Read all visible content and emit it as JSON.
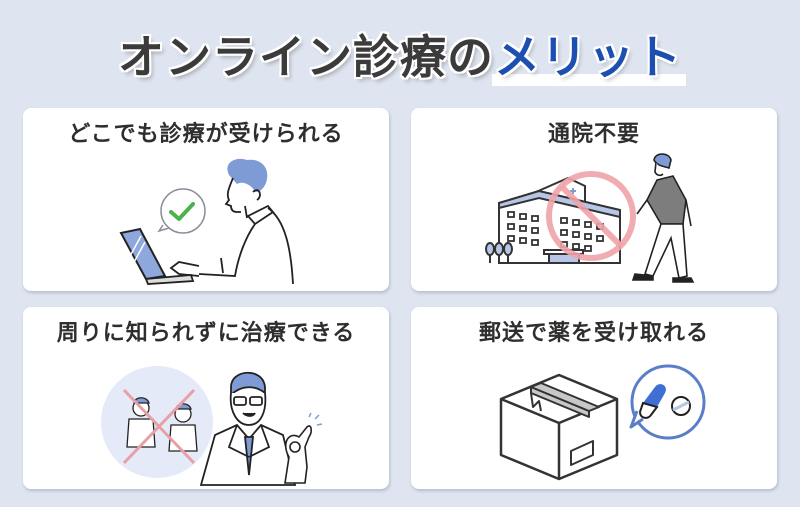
{
  "title": {
    "main": "オンライン診療の",
    "accent": "メリット"
  },
  "colors": {
    "background": "#dfe5f0",
    "card": "#ffffff",
    "title_text": "#3b3b3b",
    "accent": "#1d4fb0",
    "illustration_blue": "#7f9bd6",
    "check_green": "#4cb24e",
    "prohibit_red": "#f0a3a8"
  },
  "cards": [
    {
      "heading": "どこでも診療が受けられる",
      "illustration": "man-with-laptop-checkmark"
    },
    {
      "heading": "通院不要",
      "illustration": "hospital-prohibited-walking-man"
    },
    {
      "heading": "周りに知られずに治療できる",
      "illustration": "doctor-ok-gesture-crossed-people"
    },
    {
      "heading": "郵送で薬を受け取れる",
      "illustration": "package-box-capsule-bubble"
    }
  ]
}
